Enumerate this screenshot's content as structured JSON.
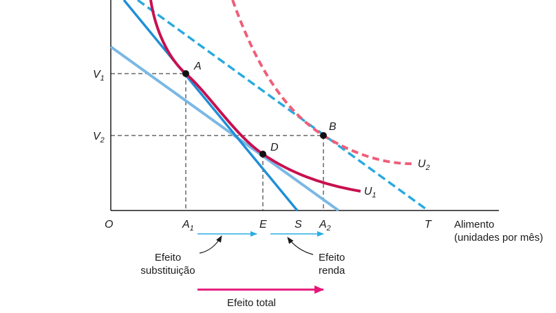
{
  "axes": {
    "origin_label": "O",
    "x_label_line1": "Alimento",
    "x_label_line2": "(unidades por mês)",
    "x_ticks": [
      {
        "main": "A",
        "sub": "1"
      },
      {
        "main": "E",
        "sub": ""
      },
      {
        "main": "S",
        "sub": ""
      },
      {
        "main": "A",
        "sub": "2"
      },
      {
        "main": "T",
        "sub": ""
      }
    ],
    "y_ticks": [
      {
        "main": "V",
        "sub": "1"
      },
      {
        "main": "V",
        "sub": "2"
      }
    ]
  },
  "points": [
    "A",
    "B",
    "D"
  ],
  "curves": [
    {
      "main": "U",
      "sub": "1"
    },
    {
      "main": "U",
      "sub": "2"
    }
  ],
  "annotations": {
    "substitution_line1": "Efeito",
    "substitution_line2": "substituição",
    "income_line1": "Efeito",
    "income_line2": "renda",
    "total": "Efeito total"
  },
  "colors": {
    "budget_dark": "#1f8fd6",
    "budget_light": "#7ab8e6",
    "budget_dashed": "#2aa9e0",
    "u1": "#c8104f",
    "u2": "#ee5f7a",
    "total_arrow": "#e6177a",
    "small_arrows": "#29aee3"
  }
}
